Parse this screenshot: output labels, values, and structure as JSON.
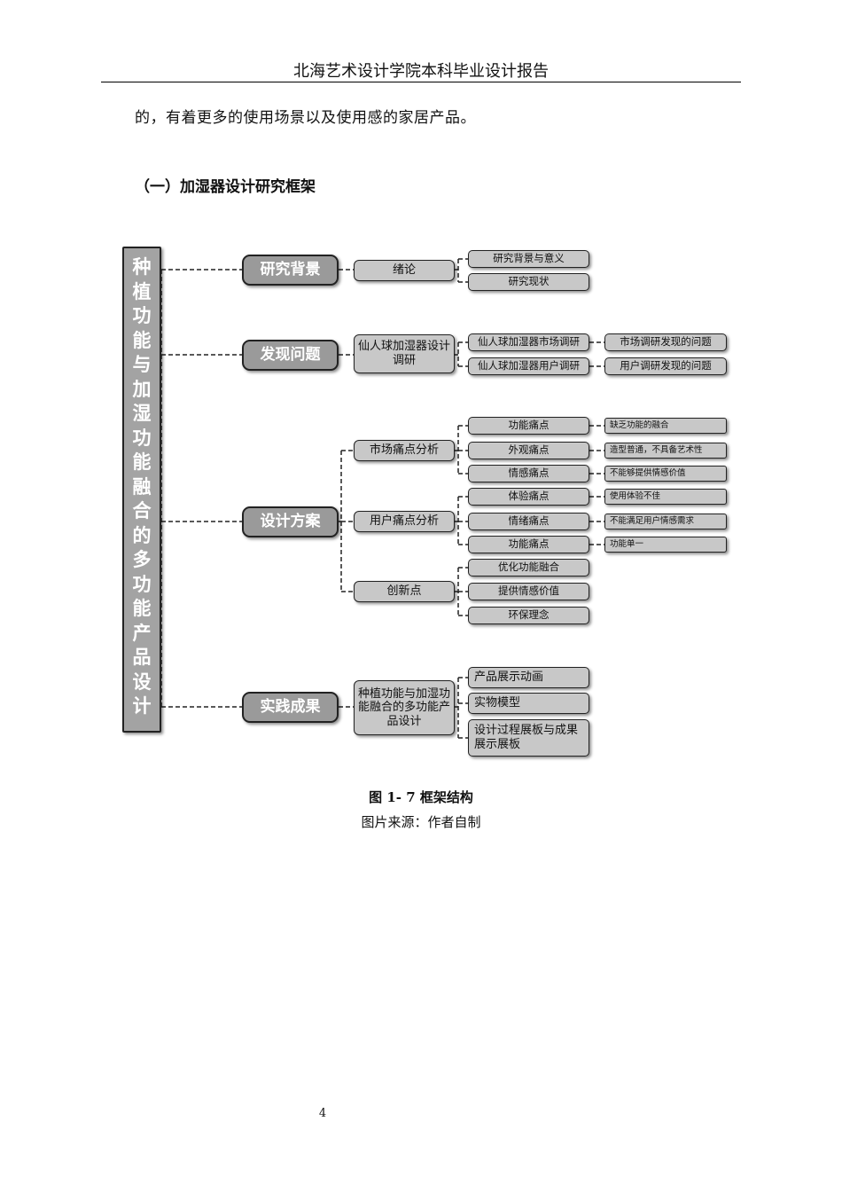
{
  "header": {
    "title": "北海艺术设计学院本科毕业设计报告"
  },
  "paragraph": "的，有着更多的使用场景以及使用感的家居产品。",
  "section_title": "（一）加湿器设计研究框架",
  "diagram": {
    "root": [
      "种",
      "植",
      "功",
      "能",
      "与",
      "加",
      "湿",
      "功",
      "能",
      "融",
      "合",
      "的",
      "多",
      "功",
      "能",
      "产",
      "品",
      "设",
      "计"
    ],
    "l1": [
      "研究背景",
      "发现问题",
      "设计方案",
      "实践成果"
    ],
    "l2": [
      "绪论",
      "仙人球加湿器设计调研",
      "市场痛点分析",
      "用户痛点分析",
      "创新点",
      "种植功能与加湿功能融合的多功能产品设计"
    ],
    "l3": [
      "研究背景与意义",
      "研究现状",
      "仙人球加湿器市场调研",
      "仙人球加湿器用户调研",
      "功能痛点",
      "外观痛点",
      "情感痛点",
      "体验痛点",
      "情绪痛点",
      "功能痛点",
      "优化功能融合",
      "提供情感价值",
      "环保理念",
      "产品展示动画",
      "实物模型",
      "设计过程展板与成果展示展板"
    ],
    "l4": [
      "市场调研发现的问题",
      "用户调研发现的问题",
      "缺乏功能的融合",
      "造型普通，不具备艺术性",
      "不能够提供情感价值",
      "使用体验不佳",
      "不能满足用户情感需求",
      "功能单一"
    ]
  },
  "caption": {
    "figure": "图 1- 7 框架结构",
    "source": "图片来源：作者自制"
  },
  "page_number": "4"
}
